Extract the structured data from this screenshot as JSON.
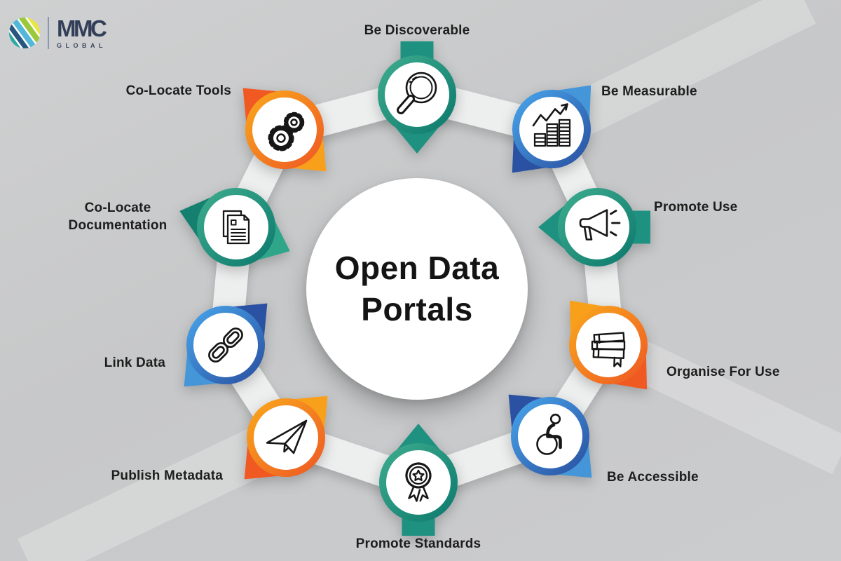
{
  "logo": {
    "brand": "MMC",
    "tagline": "GLOBAL"
  },
  "center": {
    "title": "Open Data Portals",
    "title_line1": "Open Data",
    "title_line2": "Portals"
  },
  "colors": {
    "teal": "#1f9180",
    "blue": "#3572bc",
    "orange": "#f4801f",
    "band": "#edeeee",
    "background": "#c8c9ca",
    "label_text": "#1d1d1d",
    "logo_navy": "#333f58"
  },
  "nodes": [
    {
      "label": "Be Discoverable",
      "icon": "magnifier-icon",
      "color": "teal"
    },
    {
      "label": "Be Measurable",
      "icon": "bar-chart-icon",
      "color": "blue"
    },
    {
      "label": "Promote Use",
      "icon": "megaphone-icon",
      "color": "teal"
    },
    {
      "label": "Organise For Use",
      "icon": "books-icon",
      "color": "orange"
    },
    {
      "label": "Be Accessible",
      "icon": "wheelchair-icon",
      "color": "blue"
    },
    {
      "label": "Promote Standards",
      "icon": "award-icon",
      "color": "teal"
    },
    {
      "label": "Publish Metadata",
      "icon": "paper-plane-icon",
      "color": "orange"
    },
    {
      "label": "Link Data",
      "icon": "chain-link-icon",
      "color": "blue"
    },
    {
      "label": "Co-Locate Documentation",
      "icon": "documents-icon",
      "color": "teal"
    },
    {
      "label": "Co-Locate Tools",
      "icon": "gears-icon",
      "color": "orange"
    }
  ]
}
